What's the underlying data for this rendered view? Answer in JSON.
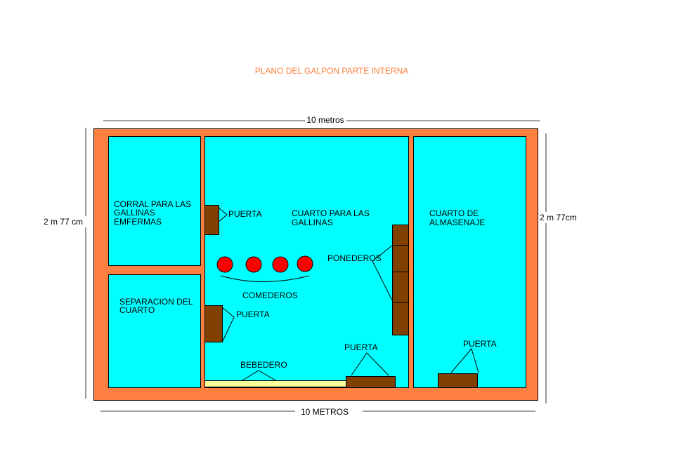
{
  "title": "PLANO DEL GALPON PARTE INTERNA",
  "dimensions": {
    "top": "10 metros",
    "bottom": "10 METROS",
    "left": "2 m 77 cm",
    "right": "2 m 77cm"
  },
  "rooms": {
    "sick_pen": [
      "CORRAL PARA LAS",
      "GALLINAS",
      "EMFERMAS"
    ],
    "separation": [
      "SEPARACION DEL",
      "CUARTO"
    ],
    "hens_room": [
      "CUARTO PARA LAS",
      "GALLINAS"
    ],
    "storage": [
      "CUARTO DE",
      "ALMASENAJE"
    ]
  },
  "labels": {
    "door_upper": "PUERTA",
    "door_lower": "PUERTA",
    "door_bottom_center": "PUERTA",
    "door_bottom_right": "PUERTA",
    "feeders": "COMEDEROS",
    "nests": "PONEDEROS",
    "waterer": "BEBEDERO"
  },
  "colors": {
    "wall": "#FF8040",
    "floor": "#00FFFF",
    "door": "#804000",
    "feeder": "#FF0000",
    "waterer": "#FFFF99",
    "title": "#FF8040"
  }
}
